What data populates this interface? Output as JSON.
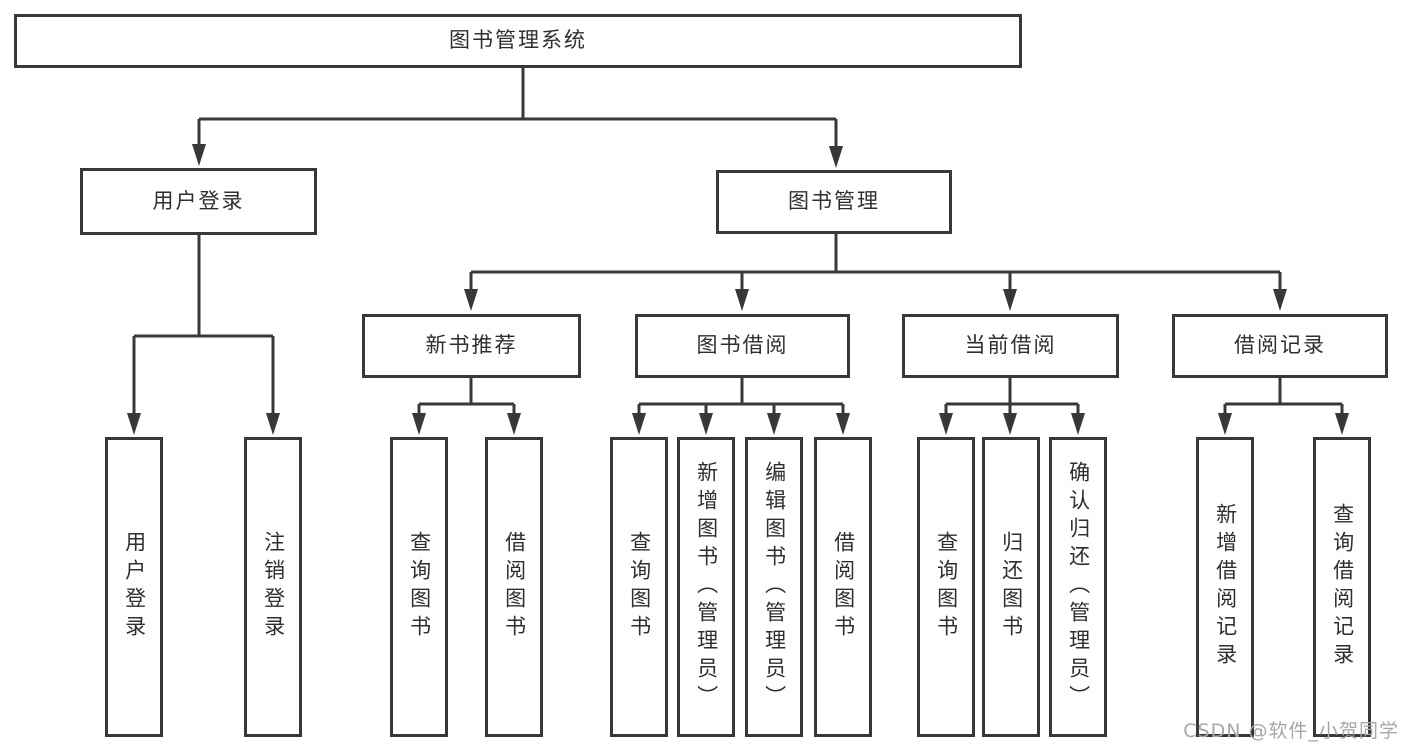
{
  "tree": {
    "label": "图书管理系统",
    "children": [
      {
        "label": "用户登录",
        "children": [
          {
            "label": "用户登录"
          },
          {
            "label": "注销登录"
          }
        ]
      },
      {
        "label": "图书管理",
        "children": [
          {
            "label": "新书推荐",
            "children": [
              {
                "label": "查询图书"
              },
              {
                "label": "借阅图书"
              }
            ]
          },
          {
            "label": "图书借阅",
            "children": [
              {
                "label": "查询图书"
              },
              {
                "label": "新增图书（管理员）"
              },
              {
                "label": "编辑图书（管理员）"
              },
              {
                "label": "借阅图书"
              }
            ]
          },
          {
            "label": "当前借阅",
            "children": [
              {
                "label": "查询图书"
              },
              {
                "label": "归还图书"
              },
              {
                "label": "确认归还（管理员）"
              }
            ]
          },
          {
            "label": "借阅记录",
            "children": [
              {
                "label": "新增借阅记录"
              },
              {
                "label": "查询借阅记录"
              }
            ]
          }
        ]
      }
    ]
  },
  "watermark": {
    "text": "CSDN @软件_小贺同学"
  },
  "colors": {
    "line": "#383838",
    "text": "#2f2f2f",
    "background": "#ffffff",
    "watermark": "#aba6a6"
  }
}
